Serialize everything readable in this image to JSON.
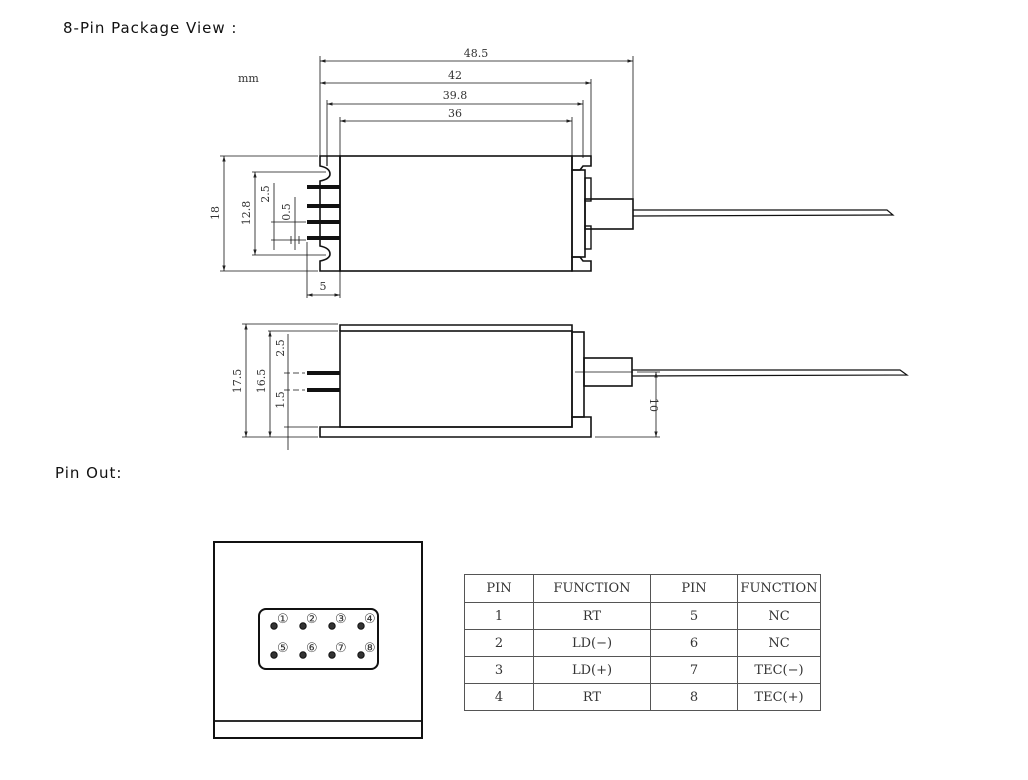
{
  "headings": {
    "package_view": "8-Pin Package View :",
    "pin_out": "Pin Out:"
  },
  "drawing": {
    "unit": "mm",
    "top_view_dims": {
      "overall_length": "48.5",
      "flange_length": "42",
      "body_with_tabs": "39.8",
      "body_length": "36",
      "width": "18",
      "pin_span": "12.8",
      "pin_pitch": "2.5",
      "pin_diameter": "0.5",
      "pin_length": "5"
    },
    "side_view_dims": {
      "total_height": "17.5",
      "body_height": "16.5",
      "pin_offset_top": "2.5",
      "pin_offset_bottom": "1.5",
      "fiber_height": "10"
    }
  },
  "pinout_diagram": {
    "pins": [
      "①",
      "②",
      "③",
      "④",
      "⑤",
      "⑥",
      "⑦",
      "⑧"
    ]
  },
  "pin_table": {
    "headers": [
      "PIN",
      "FUNCTION",
      "PIN",
      "FUNCTION"
    ],
    "rows": [
      [
        "1",
        "RT",
        "5",
        "NC"
      ],
      [
        "2",
        "LD(−)",
        "6",
        "NC"
      ],
      [
        "3",
        "LD(+)",
        "7",
        "TEC(−)"
      ],
      [
        "4",
        "RT",
        "8",
        "TEC(+)"
      ]
    ]
  }
}
